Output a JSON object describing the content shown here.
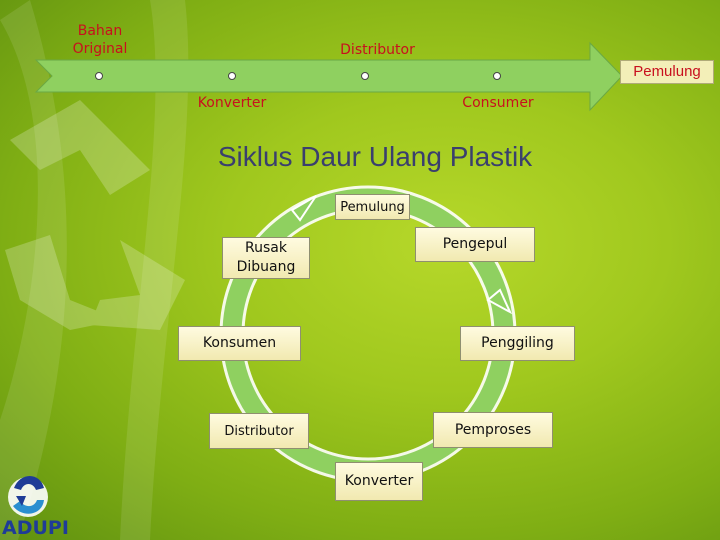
{
  "timeline": {
    "labels_top": [
      "Bahan Original",
      "Distributor"
    ],
    "labels_bottom": [
      "Konverter",
      "Consumer"
    ],
    "end_label": "Pemulung"
  },
  "title": "Siklus Daur Ulang Plastik",
  "cycle": {
    "top": "Pemulung",
    "nodes": [
      "Pengepul",
      "Penggiling",
      "Pemproses",
      "Konverter",
      "Distributor",
      "Konsumen",
      "Rusak Dibuang"
    ]
  },
  "logo": {
    "text": "ADUPI"
  },
  "colors": {
    "arrow": "#8fd060",
    "label_red": "#c8101e",
    "title": "#3a3f6e",
    "box_fill": "#f5eec0"
  }
}
